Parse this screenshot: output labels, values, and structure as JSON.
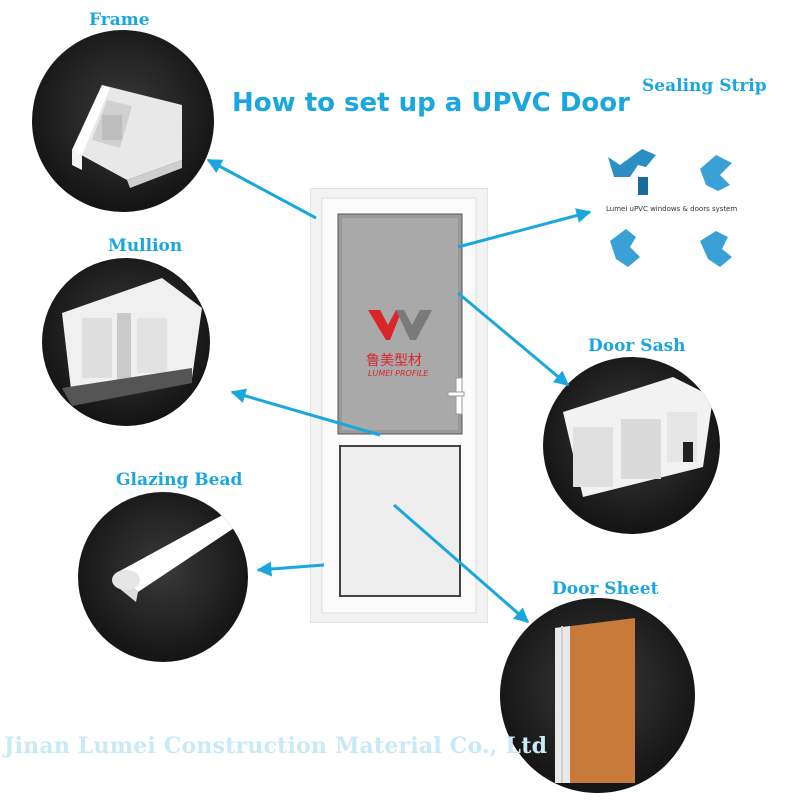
{
  "title": "How to set up a UPVC Door",
  "labels": {
    "frame": "Frame",
    "mullion": "Mullion",
    "glazing_bead": "Glazing Bead",
    "sealing_strip": "Sealing Strip",
    "door_sash": "Door Sash",
    "door_sheet": "Door Sheet"
  },
  "sealing_caption": "Lumei uPVC windows & doors system",
  "door_logo": {
    "chinese": "鲁美型材",
    "english": "LUMEI PROFILE"
  },
  "footer": "Jinan Lumei Construction Material Co., Ltd",
  "colors": {
    "accent": "#1aa6de",
    "logo_red": "#d9262b",
    "logo_grey": "#7a7a7a",
    "footer": "#c9e9f6"
  }
}
